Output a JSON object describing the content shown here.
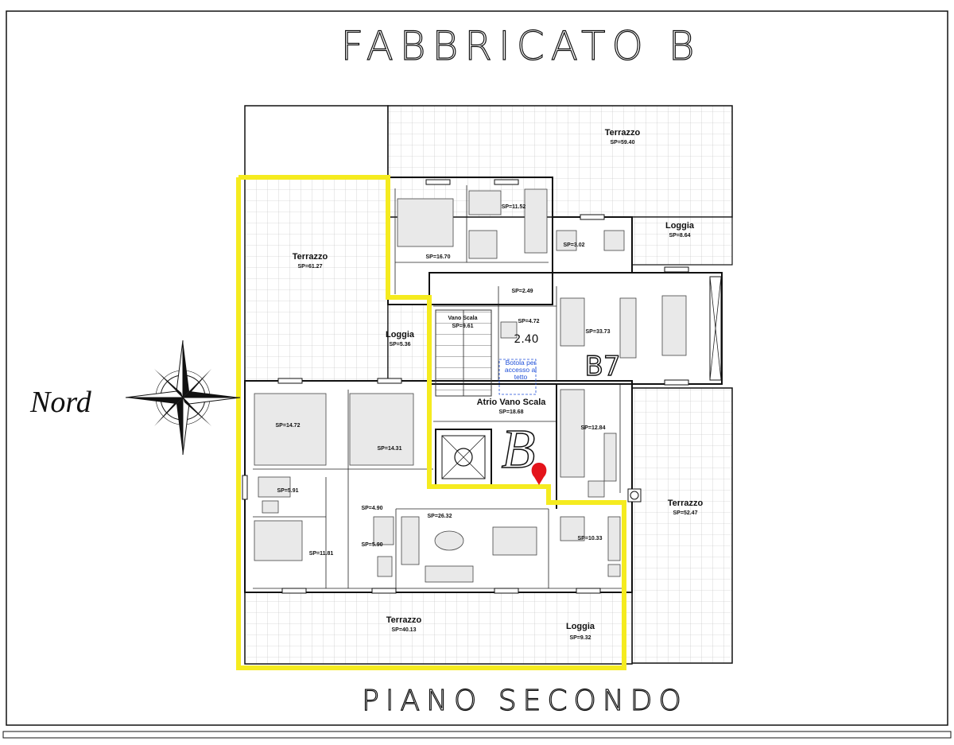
{
  "title": "FABBRICATO B",
  "subtitle": "PIANO SECONDO",
  "north_label": "Nord",
  "building_letter": "B",
  "unit_label": "B7",
  "level_mark": "2.40",
  "note": "Botola per accesso al tetto",
  "highlight_color": "#f5eb1f",
  "marker_color": "#e4141b",
  "rooms": [
    {
      "name": "Terrazzo",
      "area": "SP=59.40"
    },
    {
      "name": "Loggia",
      "area": "SP=8.64"
    },
    {
      "name": "",
      "area": "SP=11.52"
    },
    {
      "name": "",
      "area": "SP=16.70"
    },
    {
      "name": "",
      "area": "SP=3.02"
    },
    {
      "name": "",
      "area": "SP=2.49"
    },
    {
      "name": "Terrazzo",
      "area": "SP=61.27"
    },
    {
      "name": "Loggia",
      "area": "SP=5.36"
    },
    {
      "name": "Vano Scala",
      "area": "SP=9.61"
    },
    {
      "name": "",
      "area": "SP=4.72"
    },
    {
      "name": "",
      "area": "SP=33.73"
    },
    {
      "name": "Atrio Vano Scala",
      "area": "SP=18.68"
    },
    {
      "name": "",
      "area": "SP=14.72"
    },
    {
      "name": "",
      "area": "SP=14.31"
    },
    {
      "name": "",
      "area": "SP=12.84"
    },
    {
      "name": "",
      "area": "SP=5.91"
    },
    {
      "name": "",
      "area": "SP=4.90"
    },
    {
      "name": "",
      "area": "SP=26.32"
    },
    {
      "name": "",
      "area": "SP=10.33"
    },
    {
      "name": "Terrazzo",
      "area": "SP=52.47"
    },
    {
      "name": "",
      "area": "SP=11.81"
    },
    {
      "name": "",
      "area": "SP=5.90"
    },
    {
      "name": "Terrazzo",
      "area": "SP=40.13"
    },
    {
      "name": "Loggia",
      "area": "SP=9.32"
    }
  ]
}
